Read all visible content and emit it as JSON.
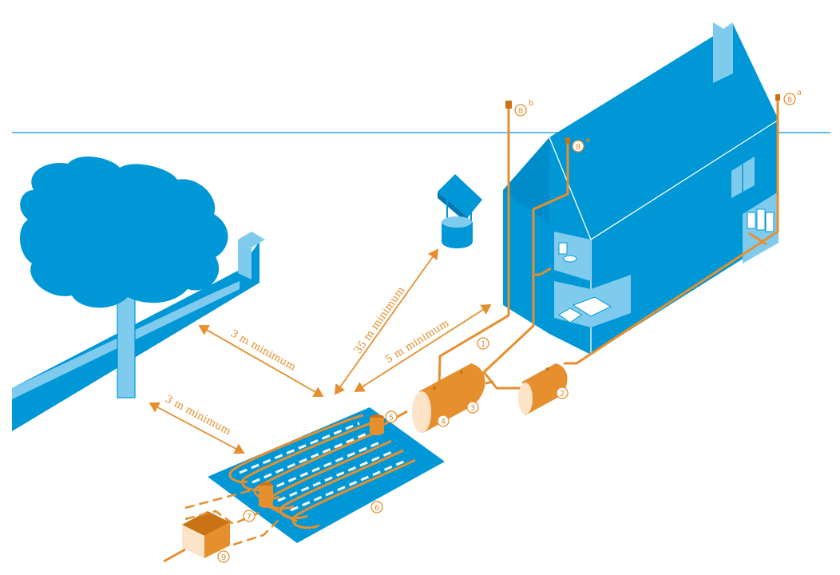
{
  "colors": {
    "blue": "#0097d7",
    "blue_dark": "#0079b5",
    "blue_light": "#7fcbee",
    "orange": "#e58f2e",
    "orange_light": "#fde3c8",
    "orange_dark": "#c97315"
  },
  "distances": {
    "tree": "3 m minimum",
    "boundary": "3 m minimum",
    "well": "35 m minimum",
    "house": "5 m minimum"
  },
  "callouts": {
    "c1": "1",
    "c2": "2",
    "c3": "3",
    "c4": "4",
    "c5": "5",
    "c6": "6",
    "c7": "7",
    "c9": "9",
    "c8b": "8",
    "c8b_sup": "b",
    "c8a_center": "8",
    "c8a_center_sup": "a",
    "c8a_right": "8",
    "c8a_right_sup": "a"
  },
  "icons": [
    "tree-icon",
    "well-icon",
    "house-icon",
    "tank-icon",
    "drainage-field-icon",
    "pipe-icon",
    "vent-icon",
    "arrow-icon"
  ]
}
